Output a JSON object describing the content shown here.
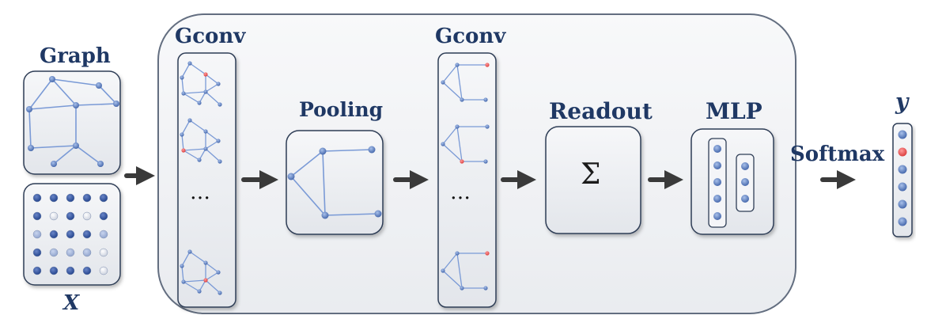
{
  "labels": {
    "graph": "Graph",
    "features": "X",
    "gconv1": "Gconv",
    "pooling": "Pooling",
    "gconv2": "Gconv",
    "readout": "Readout",
    "readout_symbol": "Σ",
    "mlp": "MLP",
    "softmax": "Softmax",
    "output": "y",
    "ellipsis1": "…",
    "ellipsis2": "…"
  },
  "colors": {
    "title_text": "#1f3864",
    "panel_border": "#2f3e56",
    "panel_fill": "#eef0f3",
    "node_blue": "#5b7fc0",
    "edge_blue": "#7a9ad6",
    "node_red": "#e04848",
    "arrow": "#3a3a3a"
  },
  "output_nodes": [
    "blue",
    "red",
    "blue",
    "blue",
    "blue",
    "blue"
  ]
}
